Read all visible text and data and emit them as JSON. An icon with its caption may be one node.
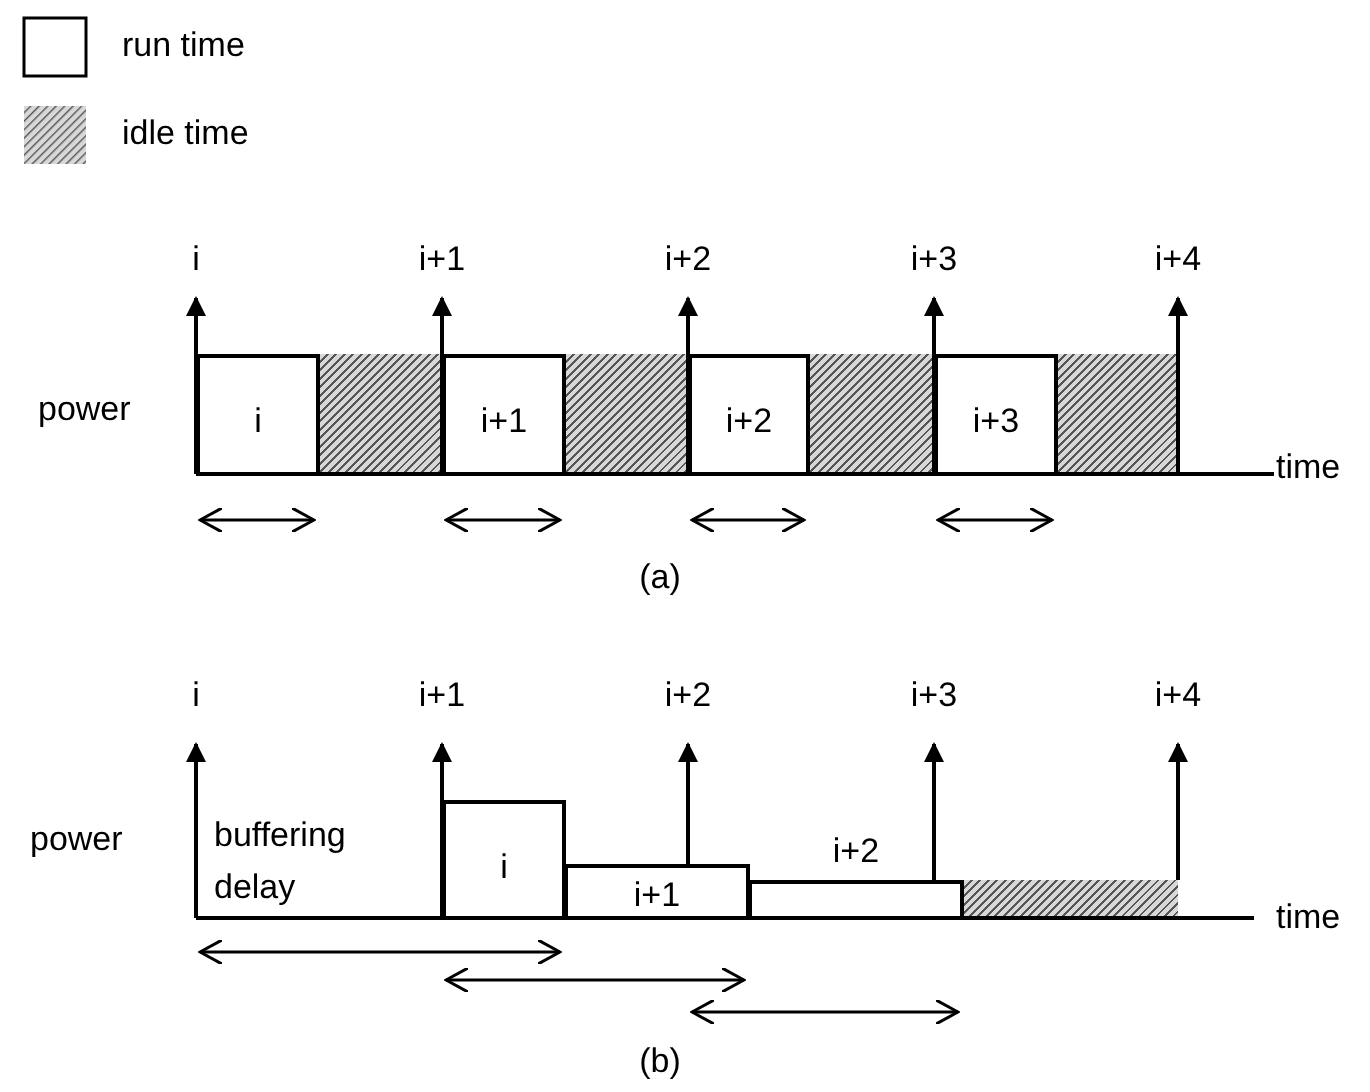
{
  "diagram": {
    "nodes": [
      {
        "text": [
          "i"
        ]
      },
      {
        "text": [],
        "shape": "bar"
      },
      {
        "text": [
          "i+1"
        ]
      },
      {
        "text": [],
        "shape": "bar"
      },
      {
        "text": [
          "i+2"
        ]
      },
      {
        "text": [],
        "shape": "bar"
      },
      {
        "text": [
          "i+3"
        ]
      },
      {
        "text": [],
        "shape": "bar"
      },
      {
        "text": [
          "i"
        ]
      },
      {
        "text": [
          "i+1"
        ]
      },
      {
        "text": [
          "i+2"
        ]
      },
      {
        "text": [],
        "shape": "bar"
      }
    ],
    "edges": [],
    "labels": [
      "i",
      "i+1",
      "i+2",
      "i+3",
      "i+4",
      "power",
      "time",
      "(a)",
      "i",
      "i+1",
      "i+2",
      "i+3",
      "i+4",
      "power",
      "buffering delay",
      "time",
      "(b)"
    ],
    "legend": [
      {
        "text": "run time"
      },
      {
        "text": "idle time"
      }
    ]
  }
}
